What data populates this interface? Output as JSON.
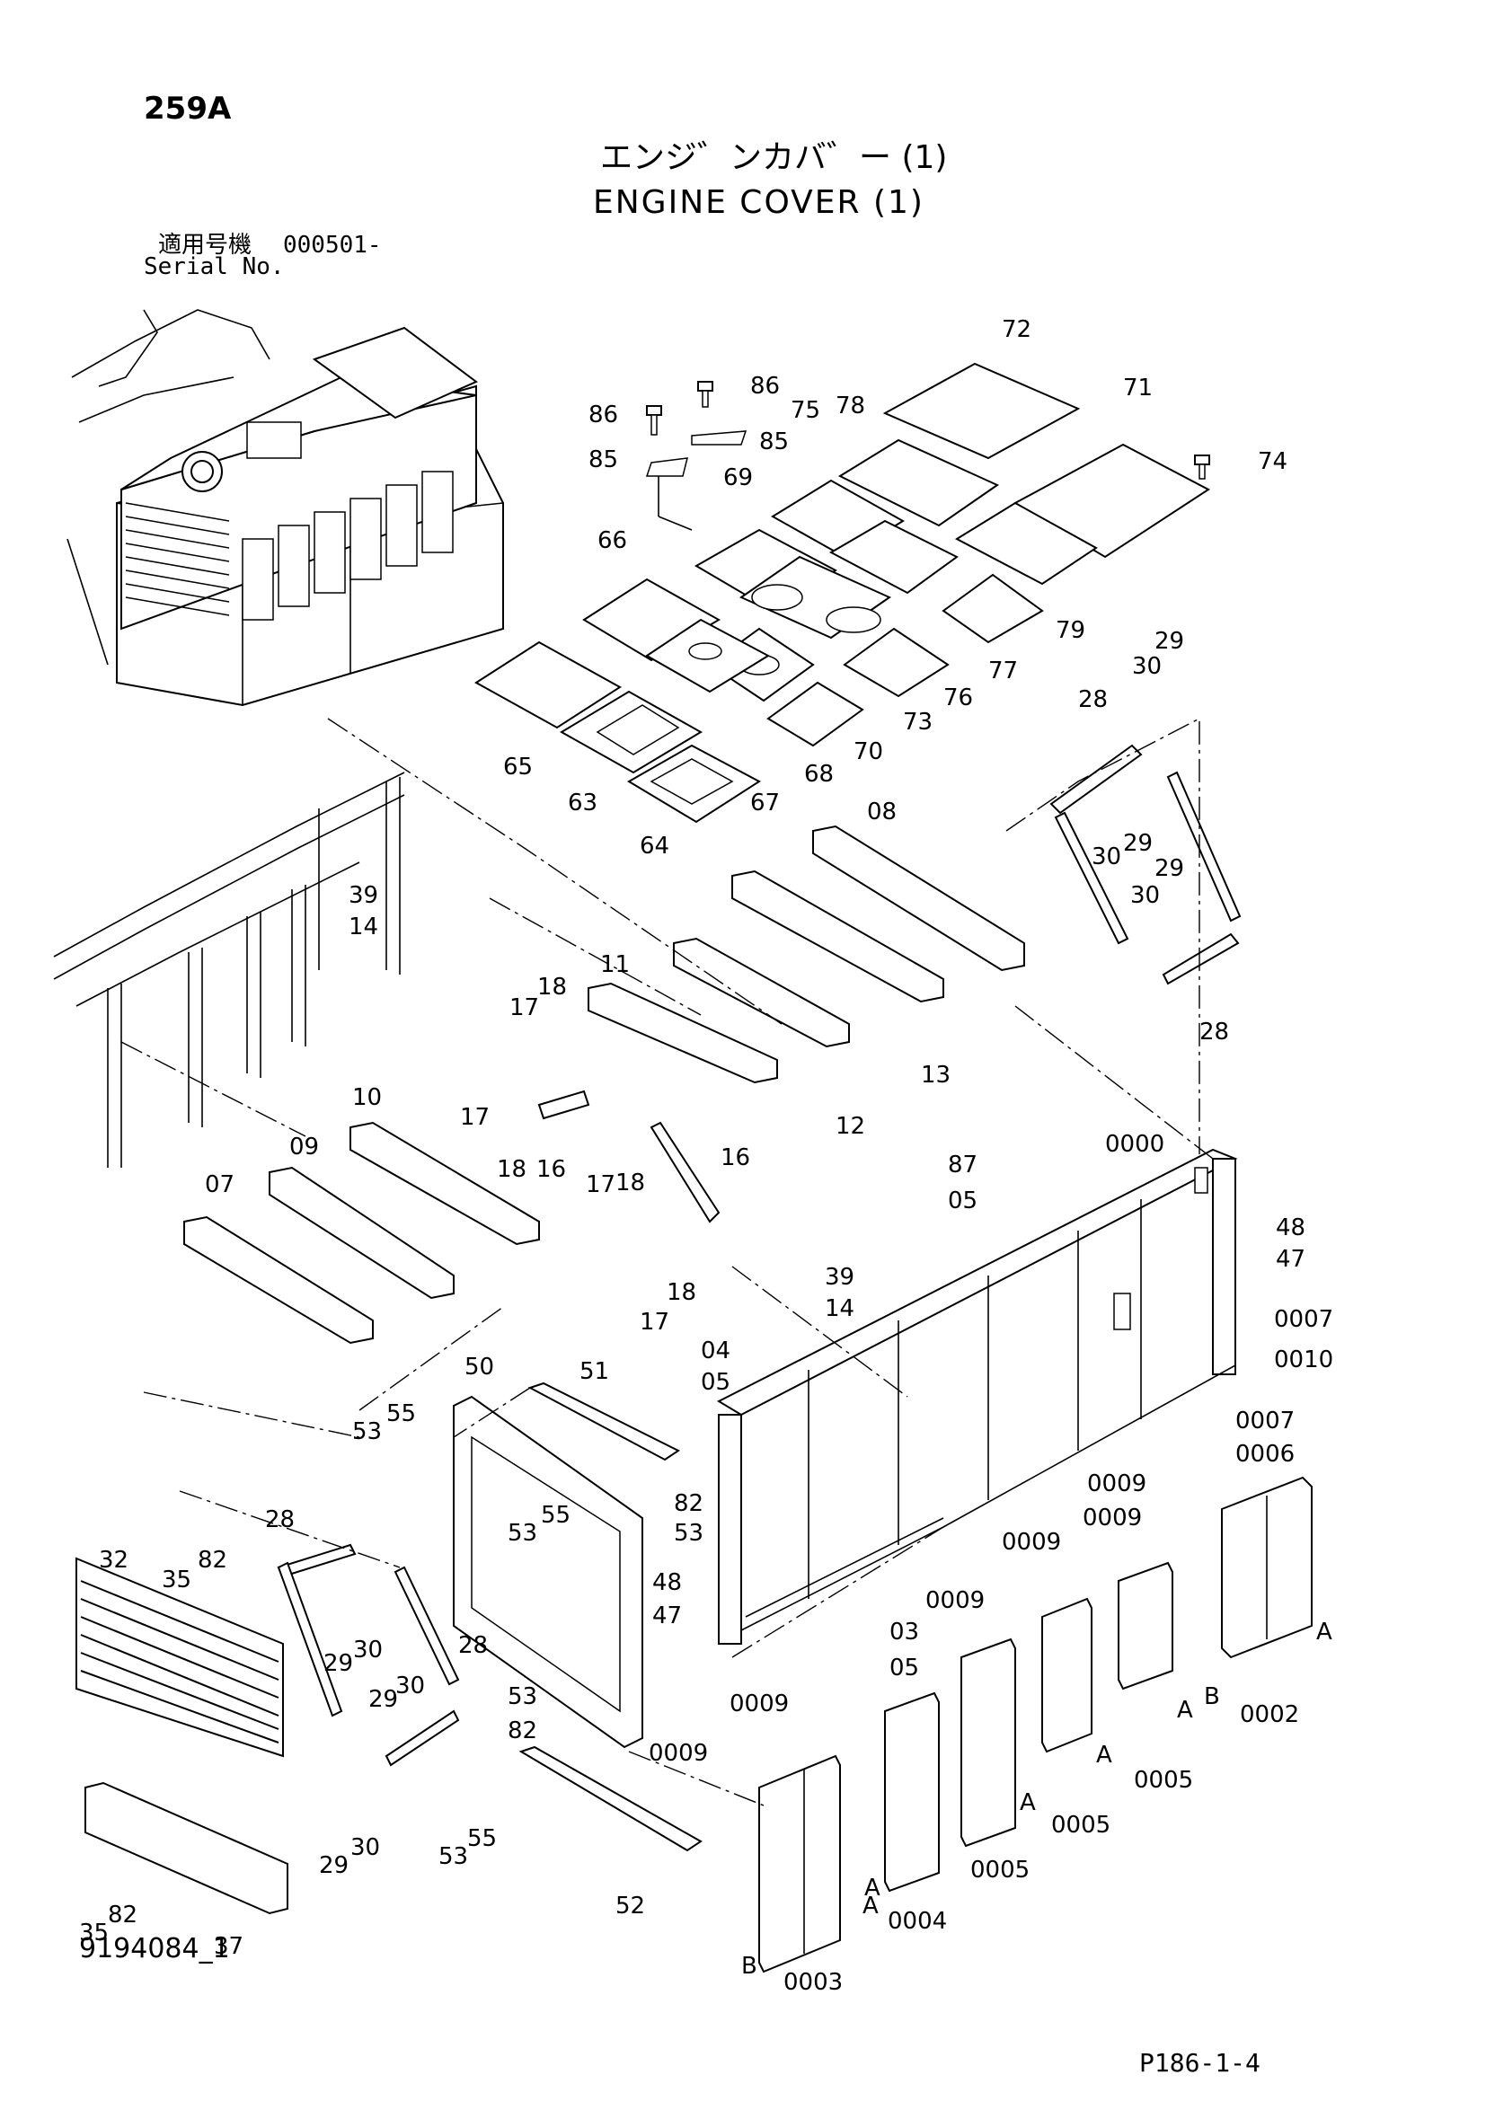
{
  "header": {
    "page_number": "259A",
    "title_jp": "エンジ゛ンカバ゛ー (1)",
    "title_en": "ENGINE COVER (1)",
    "serial_label_jp": "適用号機",
    "serial_value": "000501-",
    "serial_label_en": "Serial No."
  },
  "footer": {
    "drawing_id": "9194084_1",
    "page_ref": "P186-1-4"
  },
  "callouts": {
    "c72": "72",
    "c71": "71",
    "c74": "74",
    "c86a": "86",
    "c86b": "86",
    "c85a": "85",
    "c85b": "85",
    "c75": "75",
    "c78": "78",
    "c69": "69",
    "c66": "66",
    "c79": "79",
    "c77": "77",
    "c76": "76",
    "c73": "73",
    "c70": "70",
    "c65": "65",
    "c63": "63",
    "c64": "64",
    "c67": "67",
    "c68": "68",
    "c29a": "29",
    "c30a": "30",
    "c28a": "28",
    "c08": "08",
    "c30b": "30",
    "c29b": "29",
    "c29c": "29",
    "c30c": "30",
    "c28b": "28",
    "c39a": "39",
    "c14a": "14",
    "c11": "11",
    "c13": "13",
    "c12": "12",
    "c17a": "17",
    "c18a": "18",
    "c10": "10",
    "c17b": "17",
    "c18b": "18",
    "c16a": "16",
    "c17c": "17",
    "c18c": "18",
    "c16b": "16",
    "c09": "09",
    "c07": "07",
    "c17d": "17",
    "c18d": "18",
    "c0000": "0000",
    "c87": "87",
    "c05a": "05",
    "c48a": "48",
    "c47a": "47",
    "c39b": "39",
    "c14b": "14",
    "c0007a": "0007",
    "c0010": "0010",
    "c04": "04",
    "c05b": "05",
    "c0007b": "0007",
    "c0006": "0006",
    "c50": "50",
    "c51": "51",
    "c53a": "53",
    "c55a": "55",
    "c82a": "82",
    "c53b": "53",
    "c53c": "53",
    "c55b": "55",
    "c48b": "48",
    "c47b": "47",
    "c03": "03",
    "c05c": "05",
    "c0009a": "0009",
    "c0009b": "0009",
    "c0009c": "0009",
    "c0009d": "0009",
    "c0009e": "0009",
    "c0009f": "0009",
    "c28c": "28",
    "c32": "32",
    "c35a": "35",
    "c82b": "82",
    "c29d": "29",
    "c30d": "30",
    "c28d": "28",
    "c29e": "29",
    "c30e": "30",
    "c53d": "53",
    "c82c": "82",
    "c29f": "29",
    "c30f": "30",
    "c53e": "53",
    "c55c": "55",
    "c52": "52",
    "c35b": "35",
    "c82d": "82",
    "c37": "37",
    "c0002": "0002",
    "c0005a": "0005",
    "c0005b": "0005",
    "c0005c": "0005",
    "c0004": "0004",
    "c0003": "0003",
    "cA1": "A",
    "cA2": "A",
    "cA3": "A",
    "cA4": "A",
    "cA5": "A",
    "cA6": "A",
    "cB1": "B",
    "cB2": "B"
  }
}
